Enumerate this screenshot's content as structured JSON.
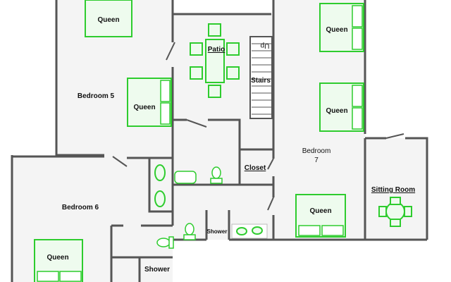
{
  "rooms": {
    "bedroom5": "Bedroom 5",
    "bedroom6": "Bedroom 6",
    "bedroom7_line1": "Bedroom",
    "bedroom7_line2": "7",
    "patio": "Patio",
    "stairs": "Stairs",
    "stairs_direction": "Up",
    "closet": "Closet",
    "sitting_room": "Sitting Room",
    "shower_middle": "Shower",
    "shower_lower": "Shower"
  },
  "beds": [
    "Queen",
    "Queen",
    "Queen",
    "Queen",
    "Queen",
    "Queen"
  ],
  "colors": {
    "fixture": "#2ecc2e",
    "wall": "#555555",
    "floor": "#f4f4f4"
  }
}
